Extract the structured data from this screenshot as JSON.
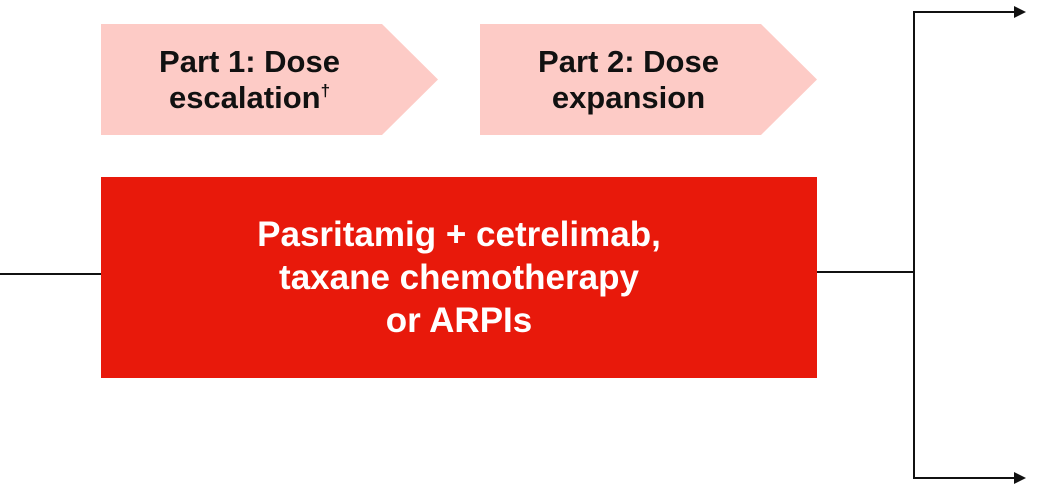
{
  "colors": {
    "phase_fill": "#fdcbc6",
    "treatment_fill": "#e8190b",
    "line": "#111111"
  },
  "phases": [
    {
      "line1": "Part 1: Dose",
      "line2": "escalation",
      "marker": "†"
    },
    {
      "line1": "Part 2: Dose",
      "line2": "expansion"
    }
  ],
  "treatment": {
    "line1": "Pasritamig + cetrelimab,",
    "line2": "taxane chemotherapy",
    "line3": "or ARPIs"
  }
}
